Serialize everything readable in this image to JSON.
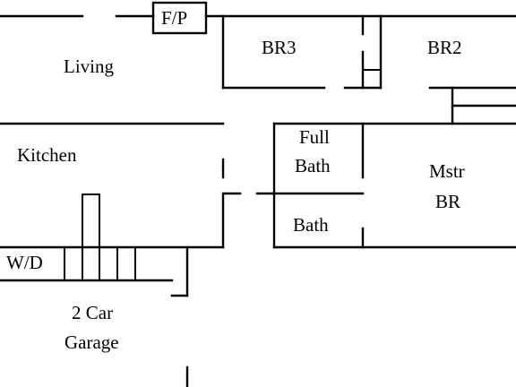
{
  "rooms": {
    "fireplace": "F/P",
    "living": "Living",
    "br3": "BR3",
    "br2": "BR2",
    "kitchen": "Kitchen",
    "full_bath": [
      "Full",
      "Bath"
    ],
    "master_br": [
      "Mstr",
      "BR"
    ],
    "bath": "Bath",
    "wd": "W/D",
    "garage": [
      "2 Car",
      "Garage"
    ]
  },
  "colors": {
    "walls": "#000000",
    "background": "#ffffff"
  }
}
